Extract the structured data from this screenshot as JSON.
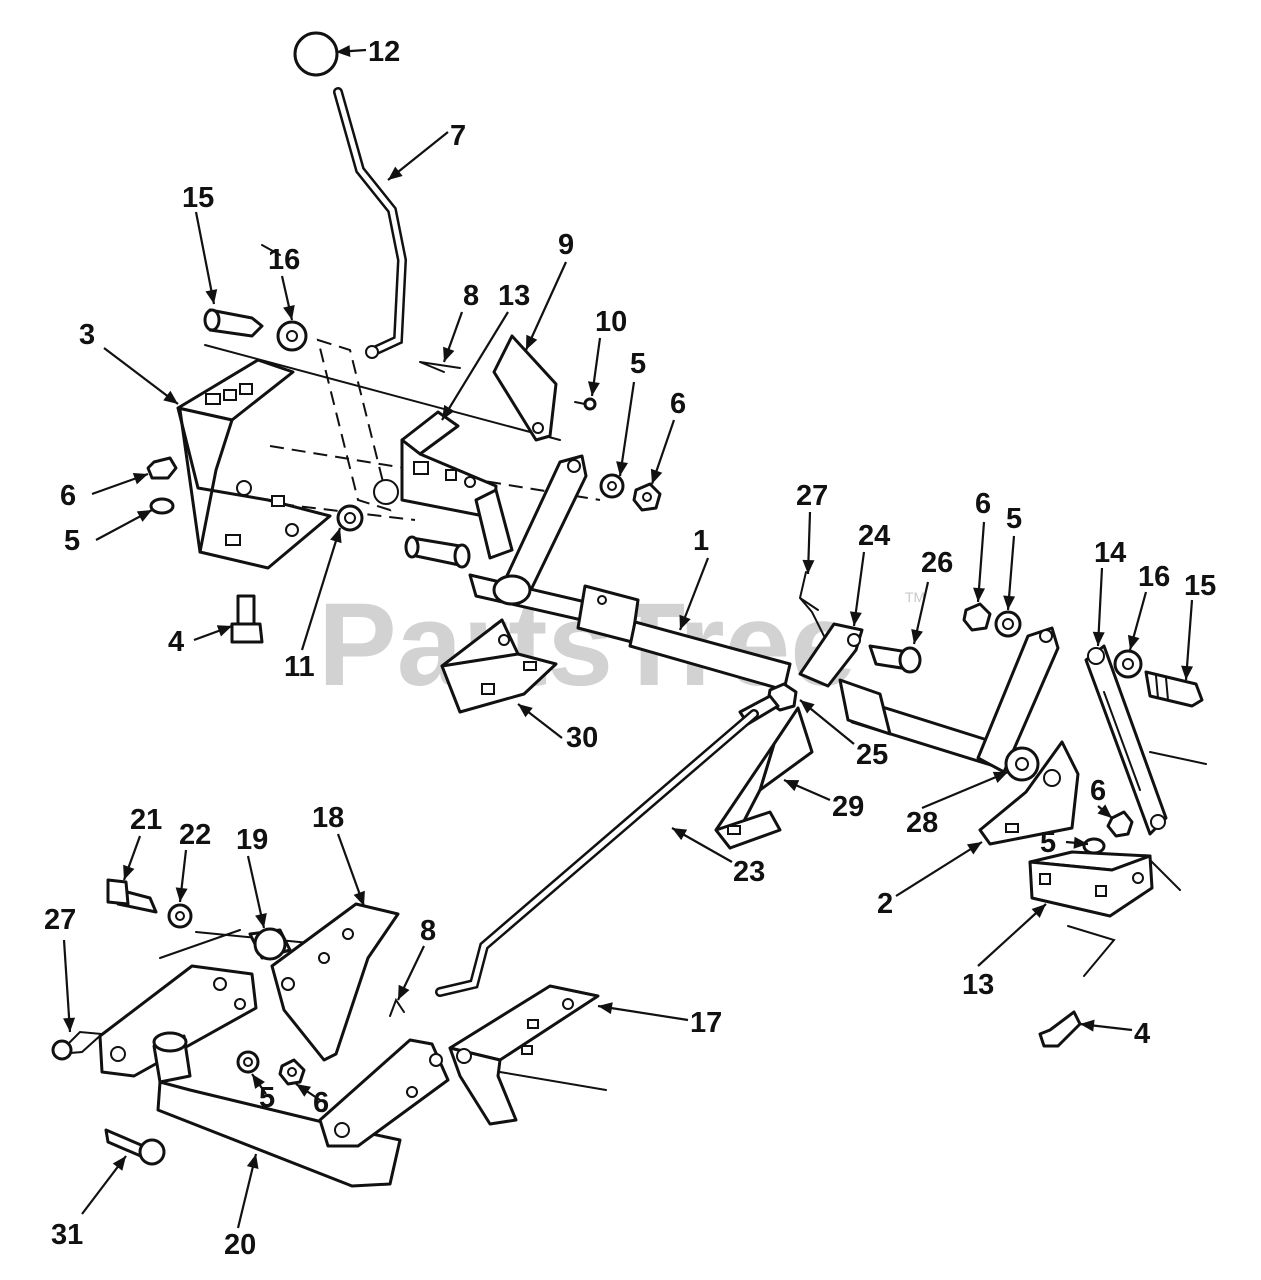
{
  "watermark": {
    "text": "PartsTree",
    "mark": "TM"
  },
  "callouts": [
    {
      "id": "c12a",
      "label": "12"
    },
    {
      "id": "c7",
      "label": "7"
    },
    {
      "id": "c15a",
      "label": "15"
    },
    {
      "id": "c16a",
      "label": "16"
    },
    {
      "id": "c8a",
      "label": "8"
    },
    {
      "id": "c13a",
      "label": "13"
    },
    {
      "id": "c9",
      "label": "9"
    },
    {
      "id": "c10",
      "label": "10"
    },
    {
      "id": "c5a",
      "label": "5"
    },
    {
      "id": "c6a",
      "label": "6"
    },
    {
      "id": "c3",
      "label": "3"
    },
    {
      "id": "c6b",
      "label": "6"
    },
    {
      "id": "c5b",
      "label": "5"
    },
    {
      "id": "c4a",
      "label": "4"
    },
    {
      "id": "c11",
      "label": "11"
    },
    {
      "id": "c30",
      "label": "30"
    },
    {
      "id": "c1",
      "label": "1"
    },
    {
      "id": "c27a",
      "label": "27"
    },
    {
      "id": "c24",
      "label": "24"
    },
    {
      "id": "c26",
      "label": "26"
    },
    {
      "id": "c6c",
      "label": "6"
    },
    {
      "id": "c5c",
      "label": "5"
    },
    {
      "id": "c14",
      "label": "14"
    },
    {
      "id": "c16b",
      "label": "16"
    },
    {
      "id": "c15b",
      "label": "15"
    },
    {
      "id": "c25",
      "label": "25"
    },
    {
      "id": "c29",
      "label": "29"
    },
    {
      "id": "c28",
      "label": "28"
    },
    {
      "id": "c6d",
      "label": "6"
    },
    {
      "id": "c5d",
      "label": "5"
    },
    {
      "id": "c2",
      "label": "2"
    },
    {
      "id": "c13b",
      "label": "13"
    },
    {
      "id": "c4b",
      "label": "4"
    },
    {
      "id": "c23",
      "label": "23"
    },
    {
      "id": "c21",
      "label": "21"
    },
    {
      "id": "c22",
      "label": "22"
    },
    {
      "id": "c19",
      "label": "19"
    },
    {
      "id": "c18",
      "label": "18"
    },
    {
      "id": "c27b",
      "label": "27"
    },
    {
      "id": "c8b",
      "label": "8"
    },
    {
      "id": "c17",
      "label": "17"
    },
    {
      "id": "c5e",
      "label": "5"
    },
    {
      "id": "c6e",
      "label": "6"
    },
    {
      "id": "c31",
      "label": "31"
    },
    {
      "id": "c20",
      "label": "20"
    }
  ]
}
